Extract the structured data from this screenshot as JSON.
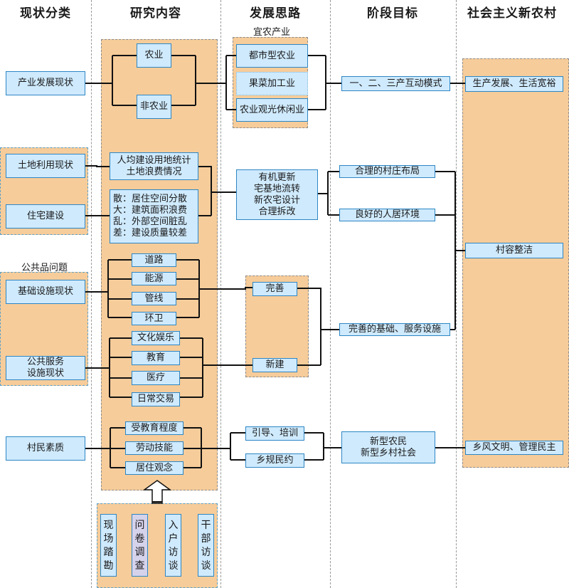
{
  "headers": [
    "现状分类",
    "研究内容",
    "发展思路",
    "阶段目标",
    "社会主义新农村"
  ],
  "labels": {
    "agri_industry_group": "宜农产业",
    "public_goods_group": "公共品问题"
  },
  "status": {
    "industry": "产业发展现状",
    "land_use": "土地利用现状",
    "housing": "住宅建设",
    "infrastructure": "基础设施现状",
    "public_service": "公共服务\n设施现状",
    "villager_quality": "村民素质"
  },
  "research": {
    "agri": "农业",
    "non_agri": "非农业",
    "land_stats": "人均建设用地统计\n土地浪费情况",
    "housing_issues": "散：居住空间分散\n大：建筑面积浪费\n乱：外部空间脏乱\n差：建设质量较差",
    "infra_items": [
      "道路",
      "能源",
      "管线",
      "环卫"
    ],
    "service_items": [
      "文化娱乐",
      "教育",
      "医疗",
      "日常交易"
    ],
    "quality_items": [
      "受教育程度",
      "劳动技能",
      "居住观念"
    ]
  },
  "ideas": {
    "urban_agri": "都市型农业",
    "fruit_veg_processing": "果菜加工业",
    "agri_tourism": "农业观光休闲业",
    "housing_strategy": "有机更新\n宅基地流转\n新农宅设计\n合理拆改",
    "improve": "完善",
    "new_build": "新建",
    "guide_train": "引导、培训",
    "village_rules": "乡规民约"
  },
  "goals": {
    "three_industries": "一、二、三产互动模式",
    "village_layout": "合理的村庄布局",
    "living_env": "良好的人居环境",
    "facilities": "完善的基础、服务设施",
    "new_farmers": "新型农民\n新型乡村社会"
  },
  "new_village": {
    "prosperity": "生产发展、生活宽裕",
    "clean_village": "村容整洁",
    "civilization": "乡风文明、管理民主"
  },
  "methods": [
    "现\n场\n踏\n勘",
    "问\n卷\n调\n查",
    "入\n户\n访\n谈",
    "干\n部\n访\n谈"
  ],
  "colors": {
    "panel_fill": "#f6cc9a",
    "box_fill": "#cfeafd",
    "box_border": "#2d86c4",
    "highlight_fill": "#d5d2ec"
  }
}
